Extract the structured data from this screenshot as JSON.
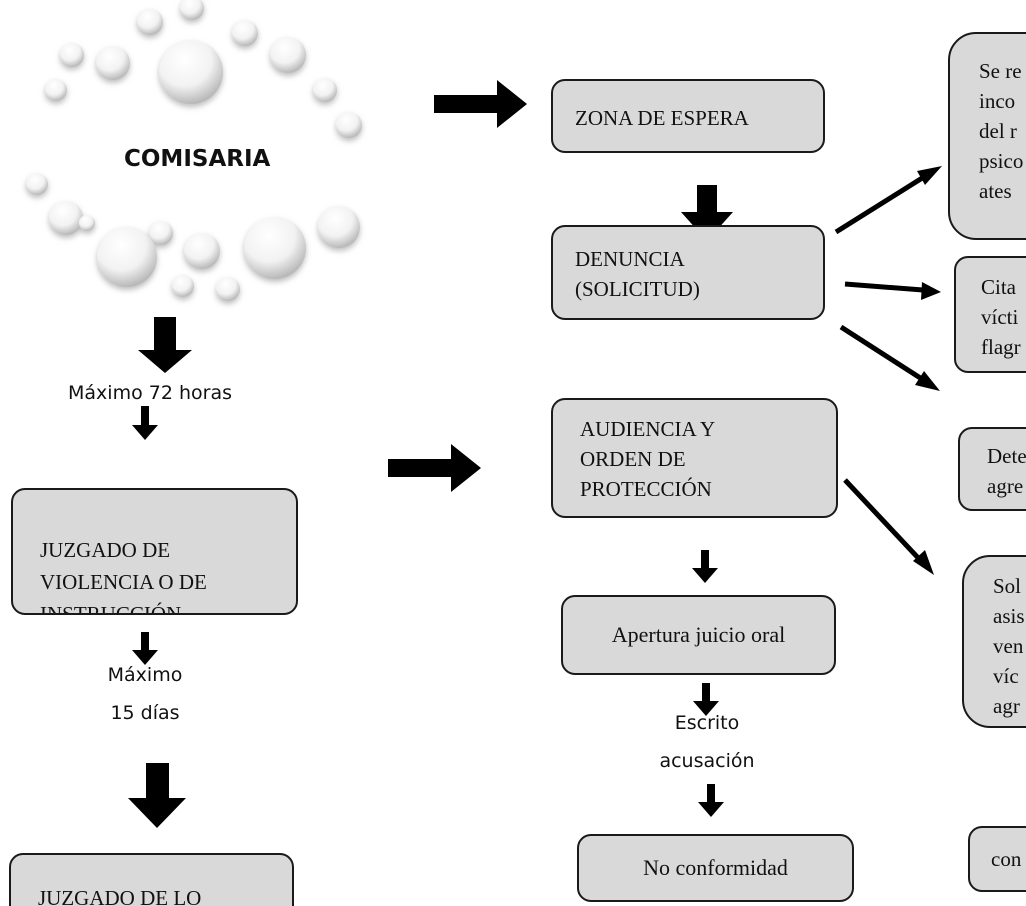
{
  "comisaria": {
    "title": "COMISARIA"
  },
  "left_column": {
    "label_72": "Máximo 72 horas",
    "juzgado_violencia": "JUZGADO DE\nVIOLENCIA O DE\nINSTRUCCIÓN",
    "label_15_line1": "Máximo",
    "label_15_line2": "15 días",
    "juzgado_lo": "JUZGADO DE LO"
  },
  "middle_column": {
    "zona_espera": "ZONA DE ESPERA",
    "denuncia": "DENUNCIA\n(SOLICITUD)",
    "audiencia": "AUDIENCIA Y\nORDEN DE\nPROTECCIÓN",
    "apertura": "Apertura juicio oral",
    "escrito_line1": "Escrito",
    "escrito_line2": "acusación",
    "no_conformidad": "No conformidad"
  },
  "right_column": {
    "box1": "Se re\ninco\ndel r\npsico\nates",
    "box2": "Cita\nvícti\nflagr",
    "box3": "Dete\nagre",
    "box4": "Sol\nasis\nven\nvíc\nagr",
    "box5": "con"
  }
}
